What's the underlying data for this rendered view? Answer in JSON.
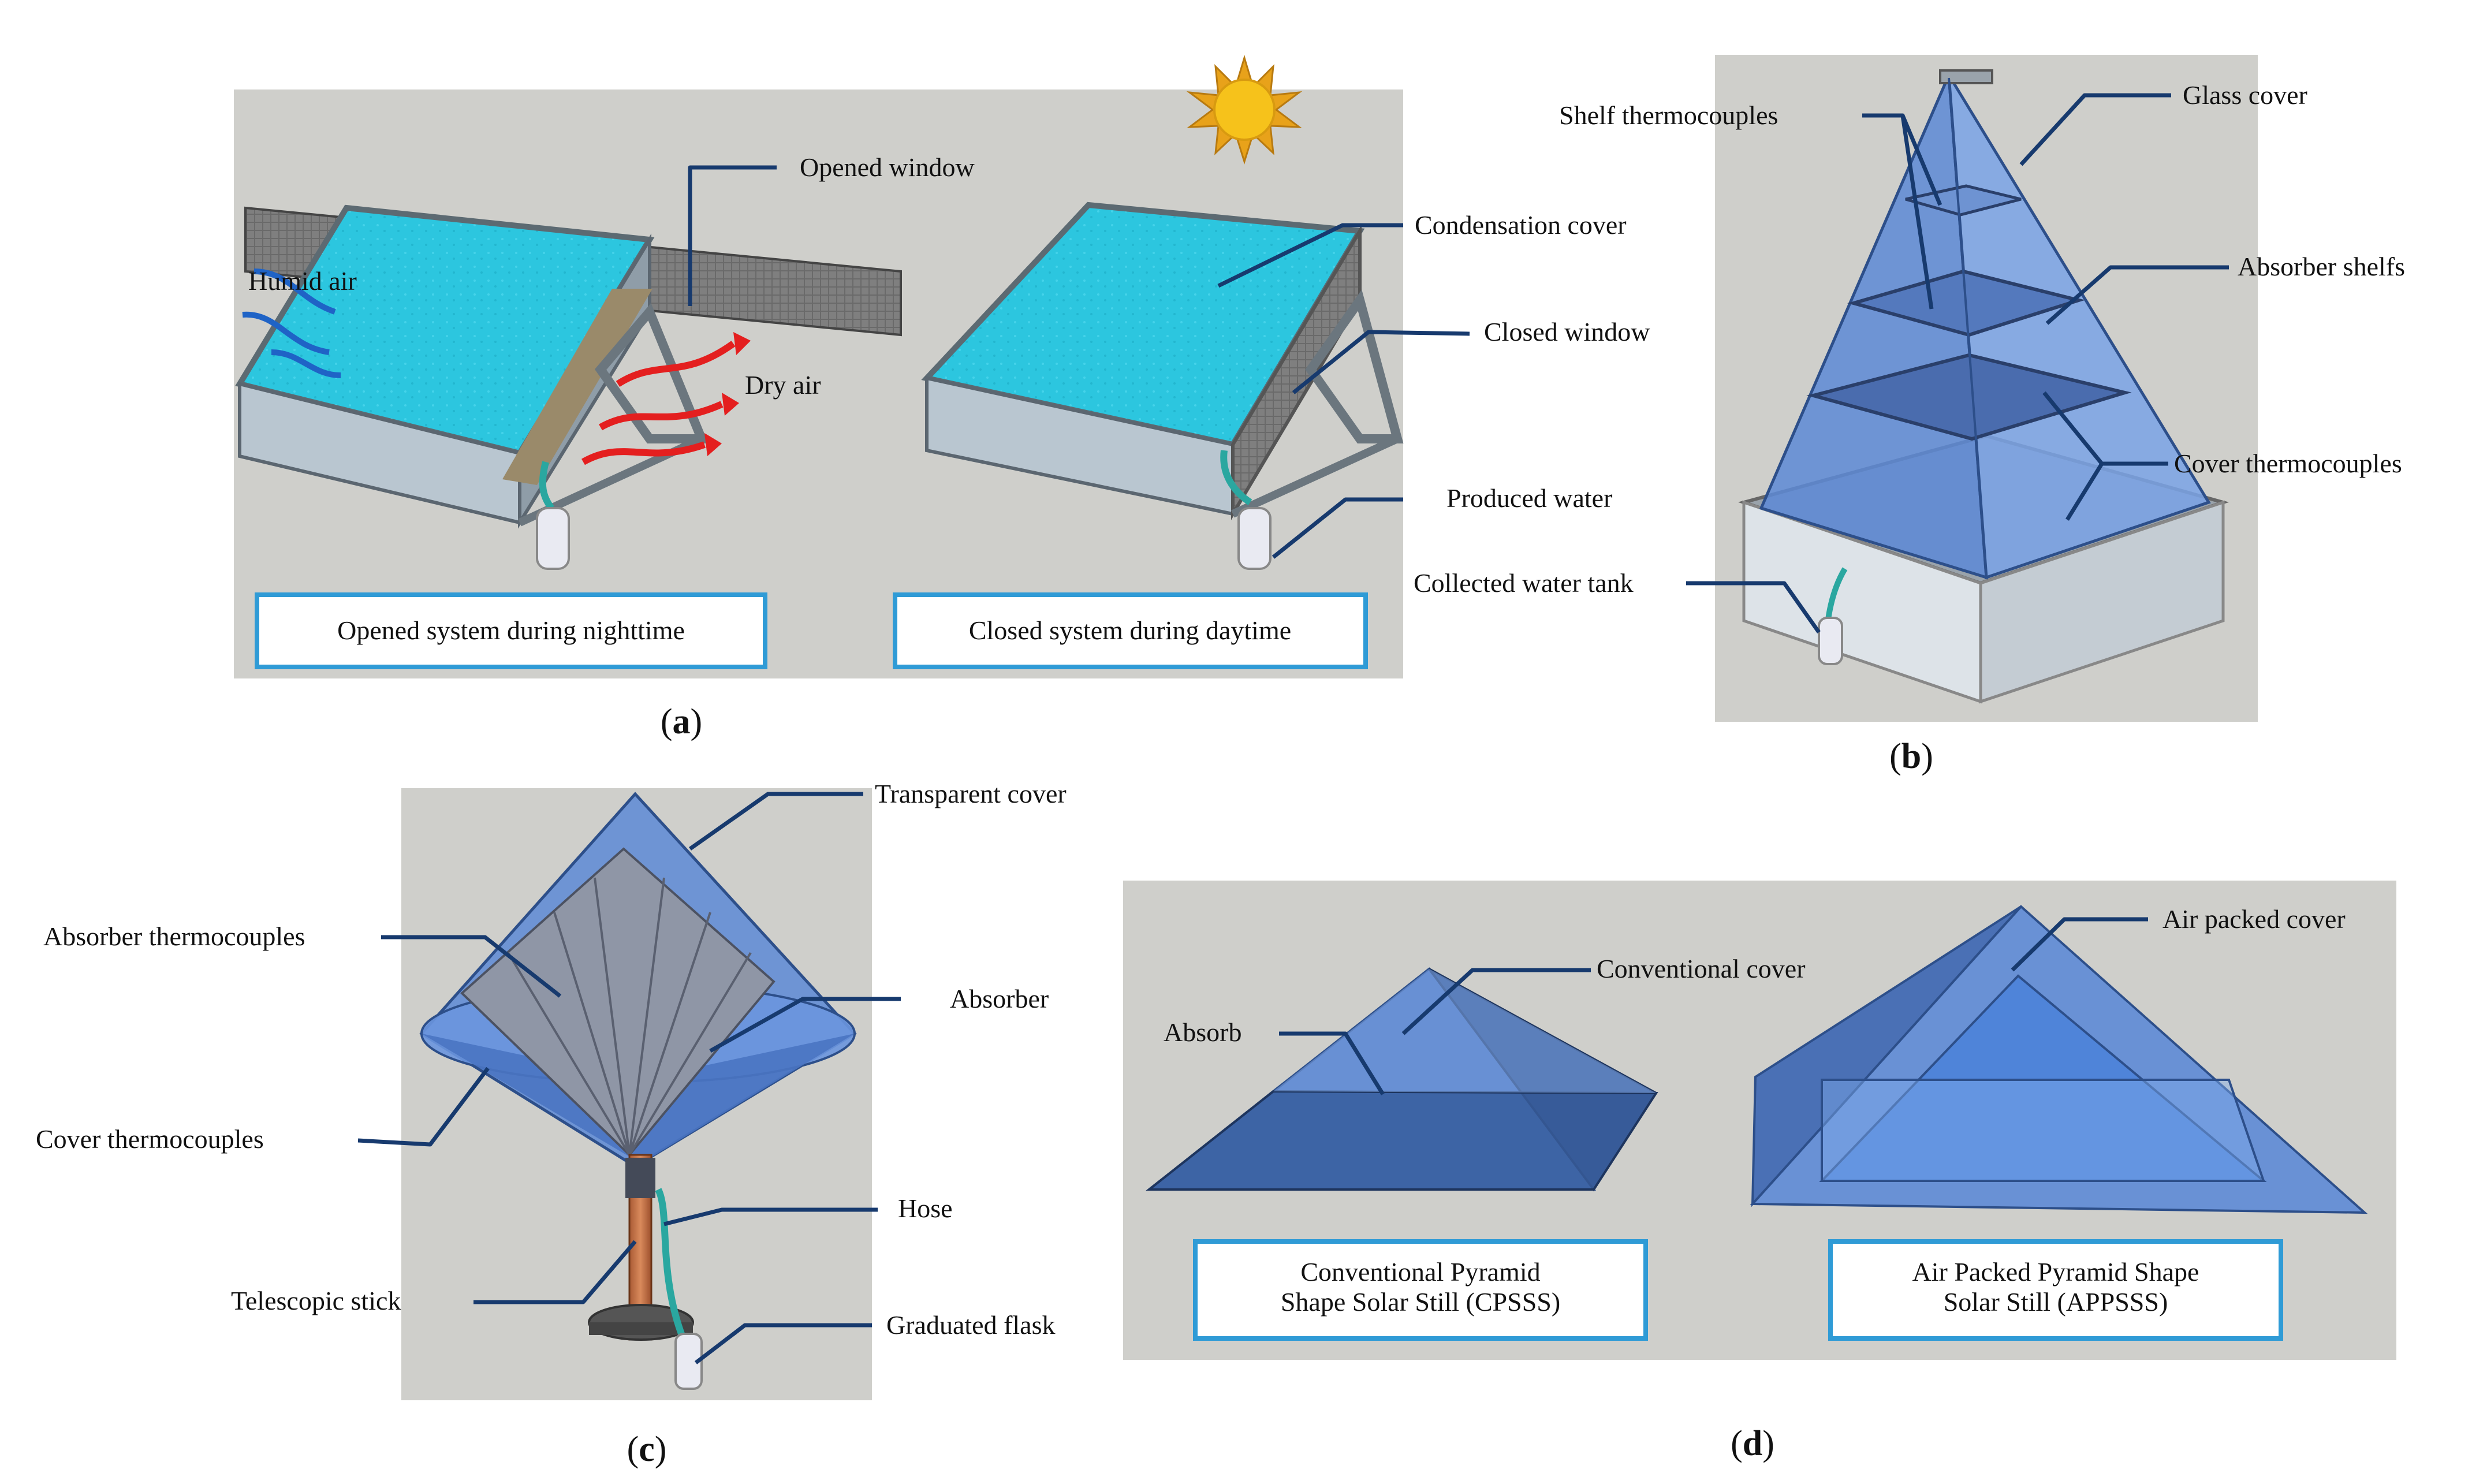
{
  "panels": {
    "a": {
      "caption_letter": "a",
      "labels": {
        "opened_window": "Opened window",
        "humid_air": "Humid air",
        "dry_air": "Dry air",
        "condensation_cover": "Condensation cover",
        "closed_window": "Closed window",
        "produced_water": "Produced water"
      },
      "box_night": "Opened system during nighttime",
      "box_day": "Closed system during daytime"
    },
    "b": {
      "caption_letter": "b",
      "labels": {
        "shelf_thermocouples": "Shelf thermocouples",
        "glass_cover": "Glass cover",
        "absorber_shelfs": "Absorber shelfs",
        "cover_thermocouples": "Cover thermocouples",
        "collected_water_tank": "Collected water tank"
      }
    },
    "c": {
      "caption_letter": "c",
      "labels": {
        "transparent_cover": "Transparent cover",
        "absorber_thermocouples": "Absorber thermocouples",
        "absorber": "Absorber",
        "cover_thermocouples": "Cover thermocouples",
        "hose": "Hose",
        "telescopic_stick": "Telescopic stick",
        "graduated_flask": "Graduated flask"
      }
    },
    "d": {
      "caption_letter": "d",
      "labels": {
        "conventional_cover": "Conventional cover",
        "air_packed_cover": "Air packed cover",
        "absorb": "Absorb"
      },
      "box_cpsss": [
        "Conventional Pyramid",
        "Shape Solar Still (CPSSS)"
      ],
      "box_appsss": [
        "Air Packed Pyramid Shape",
        "Solar Still (APPSSS)"
      ]
    }
  },
  "colors": {
    "panel_bg": "#cfcfcb",
    "leader": "#173a6e",
    "box_border": "#2f9bd6",
    "water": "#29c4dc",
    "cover_blue": "#4f7fc8",
    "sun": "#f2b21b"
  }
}
